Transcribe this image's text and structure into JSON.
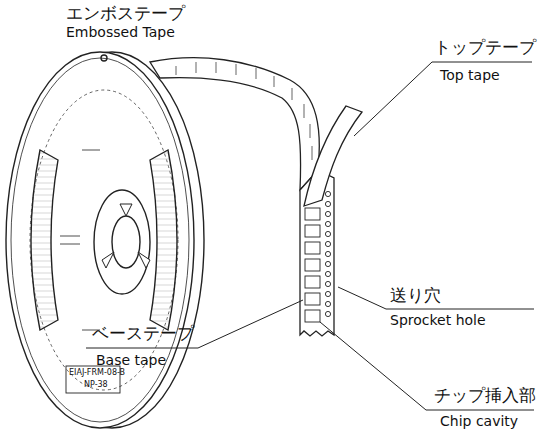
{
  "diagram": {
    "labels": [
      "エンボステープ",
      "Embossed Tape",
      "トップテープ",
      "Top tape",
      "送り穴",
      "Sprocket hole",
      "ベーステープ",
      "Base tape",
      "チップ挿入部",
      "Chip cavity",
      "EIAJ-FRM-08-B",
      "NP-38"
    ]
  }
}
